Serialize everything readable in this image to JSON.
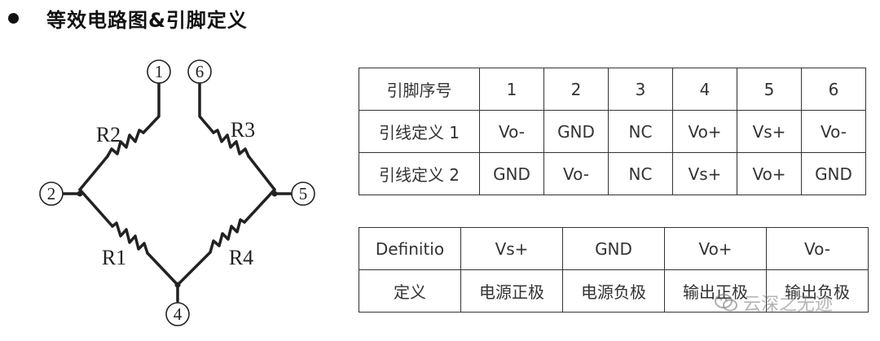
{
  "heading": {
    "title": "等效电路图&引脚定义"
  },
  "circuit": {
    "nodes": [
      "1",
      "2",
      "4",
      "5",
      "6"
    ],
    "resistors": [
      "R1",
      "R2",
      "R3",
      "R4"
    ]
  },
  "pin_table": {
    "header": [
      "引脚序号",
      "1",
      "2",
      "3",
      "4",
      "5",
      "6"
    ],
    "rows": [
      [
        "引线定义 1",
        "Vo-",
        "GND",
        "NC",
        "Vo+",
        "Vs+",
        "Vo-"
      ],
      [
        "引线定义 2",
        "GND",
        "Vo-",
        "NC",
        "Vs+",
        "Vo+",
        "GND"
      ]
    ]
  },
  "definition_table": {
    "header": [
      "Definitio",
      "Vs+",
      "GND",
      "Vo+",
      "Vo-"
    ],
    "row": [
      "定义",
      "电源正极",
      "电源负极",
      "输出正极",
      "输出负极"
    ]
  },
  "watermark": {
    "text": "云深之无迹"
  },
  "colors": {
    "line": "#222222",
    "grid": "#333333"
  }
}
